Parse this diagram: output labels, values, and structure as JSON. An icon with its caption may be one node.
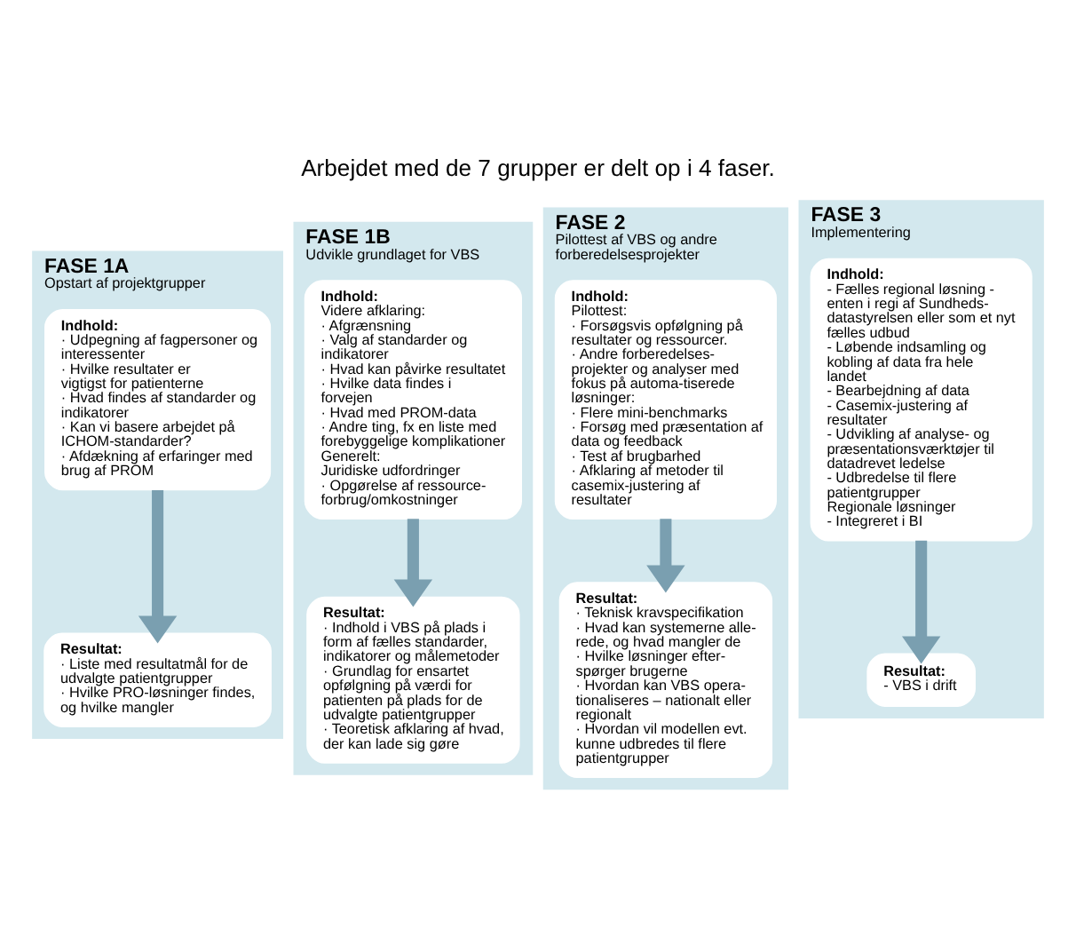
{
  "diagram": {
    "title": "Arbejdet med de 7 grupper er delt op i 4 faser.",
    "nodes": [
      {
        "text": [
          "FASE 1A",
          "Opstart af projektgrupper"
        ]
      },
      {
        "text": [
          "Indhold:",
          "· Udpegning af fagpersoner og interessenter",
          "· Hvilke resultater er vigtigst for patienterne",
          "· Hvad findes af standarder og indikatorer",
          "· Kan vi basere arbejdet på ICHOM-standarder?",
          "· Afdækning af erfaringer med brug af PROM"
        ],
        "in": 0
      },
      {
        "text": [
          "Resultat:",
          "· Liste med resultatmål for de udvalgte patientgrupper",
          "· Hvilke PRO-løsninger findes, og hvilke mangler"
        ],
        "in": 0
      },
      {
        "text": [
          "FASE 1B",
          "Udvikle grundlaget for VBS"
        ]
      },
      {
        "text": [
          "Indhold:",
          "Videre afklaring:",
          "· Afgrænsning",
          "· Valg af standarder og indikatorer",
          "· Hvad kan påvirke resultatet",
          "· Hvilke data findes i forvejen",
          "· Hvad med PROM-data",
          "· Andre ting, fx en liste med forebyggelige komplikationer",
          "Generelt:",
          "Juridiske udfordringer",
          "· Opgørelse af ressource-forbrug/omkostninger"
        ],
        "in": 3
      },
      {
        "text": [
          "Resultat:",
          "· Indhold i VBS på plads i form af fælles standarder, indikatorer og målemetoder",
          "· Grundlag for ensartet opfølgning på værdi for patienten på plads for de udvalgte patientgrupper",
          "· Teoretisk afklaring af hvad, der kan lade sig gøre"
        ],
        "in": 3
      },
      {
        "text": [
          "FASE 2",
          "Pilottest af VBS og andre forberedelsesprojekter"
        ]
      },
      {
        "text": [
          "Indhold:",
          "Pilottest:",
          "· Forsøgsvis opfølgning på resultater og ressourcer.",
          "· Andre forberedelses-projekter og analyser med fokus på automa-tiserede løsninger:",
          "· Flere mini-benchmarks",
          "· Forsøg med præsentation af data og feedback",
          "· Test af brugbarhed",
          "· Afklaring af metoder til casemix-justering af resultater"
        ],
        "in": 6
      },
      {
        "text": [
          "Resultat:",
          "· Teknisk kravspecifikation",
          "· Hvad kan systemerne alle-rede, og hvad mangler de",
          "· Hvilke løsninger efter-spørger brugerne",
          "· Hvordan kan VBS opera-tionaliseres – nationalt eller regionalt",
          "· Hvordan vil modellen evt. kunne udbredes til flere patientgrupper"
        ],
        "in": 6
      },
      {
        "text": [
          "FASE 3",
          "Implementering"
        ]
      },
      {
        "text": [
          "Indhold:",
          "- Fælles regional løsning - enten i regi af Sundheds-datastyrelsen eller som et nyt fælles udbud",
          "- Løbende indsamling og kobling af data fra hele landet",
          "- Bearbejdning af data",
          "- Casemix-justering af resultater",
          "- Udvikling af analyse- og præsentationsværktøjer til datadrevet ledelse",
          "- Udbredelse til flere patientgrupper",
          "Regionale løsninger",
          "- Integreret i BI"
        ],
        "in": 9
      },
      {
        "text": [
          "Resultat:",
          "- VBS i drift"
        ],
        "in": 9
      }
    ],
    "edges": [
      {
        "from": 1,
        "to": 2,
        "arrow": "to"
      },
      {
        "from": 4,
        "to": 5,
        "arrow": "to"
      },
      {
        "from": 7,
        "to": 8,
        "arrow": "to"
      },
      {
        "from": 10,
        "to": 11,
        "arrow": "to"
      }
    ]
  }
}
